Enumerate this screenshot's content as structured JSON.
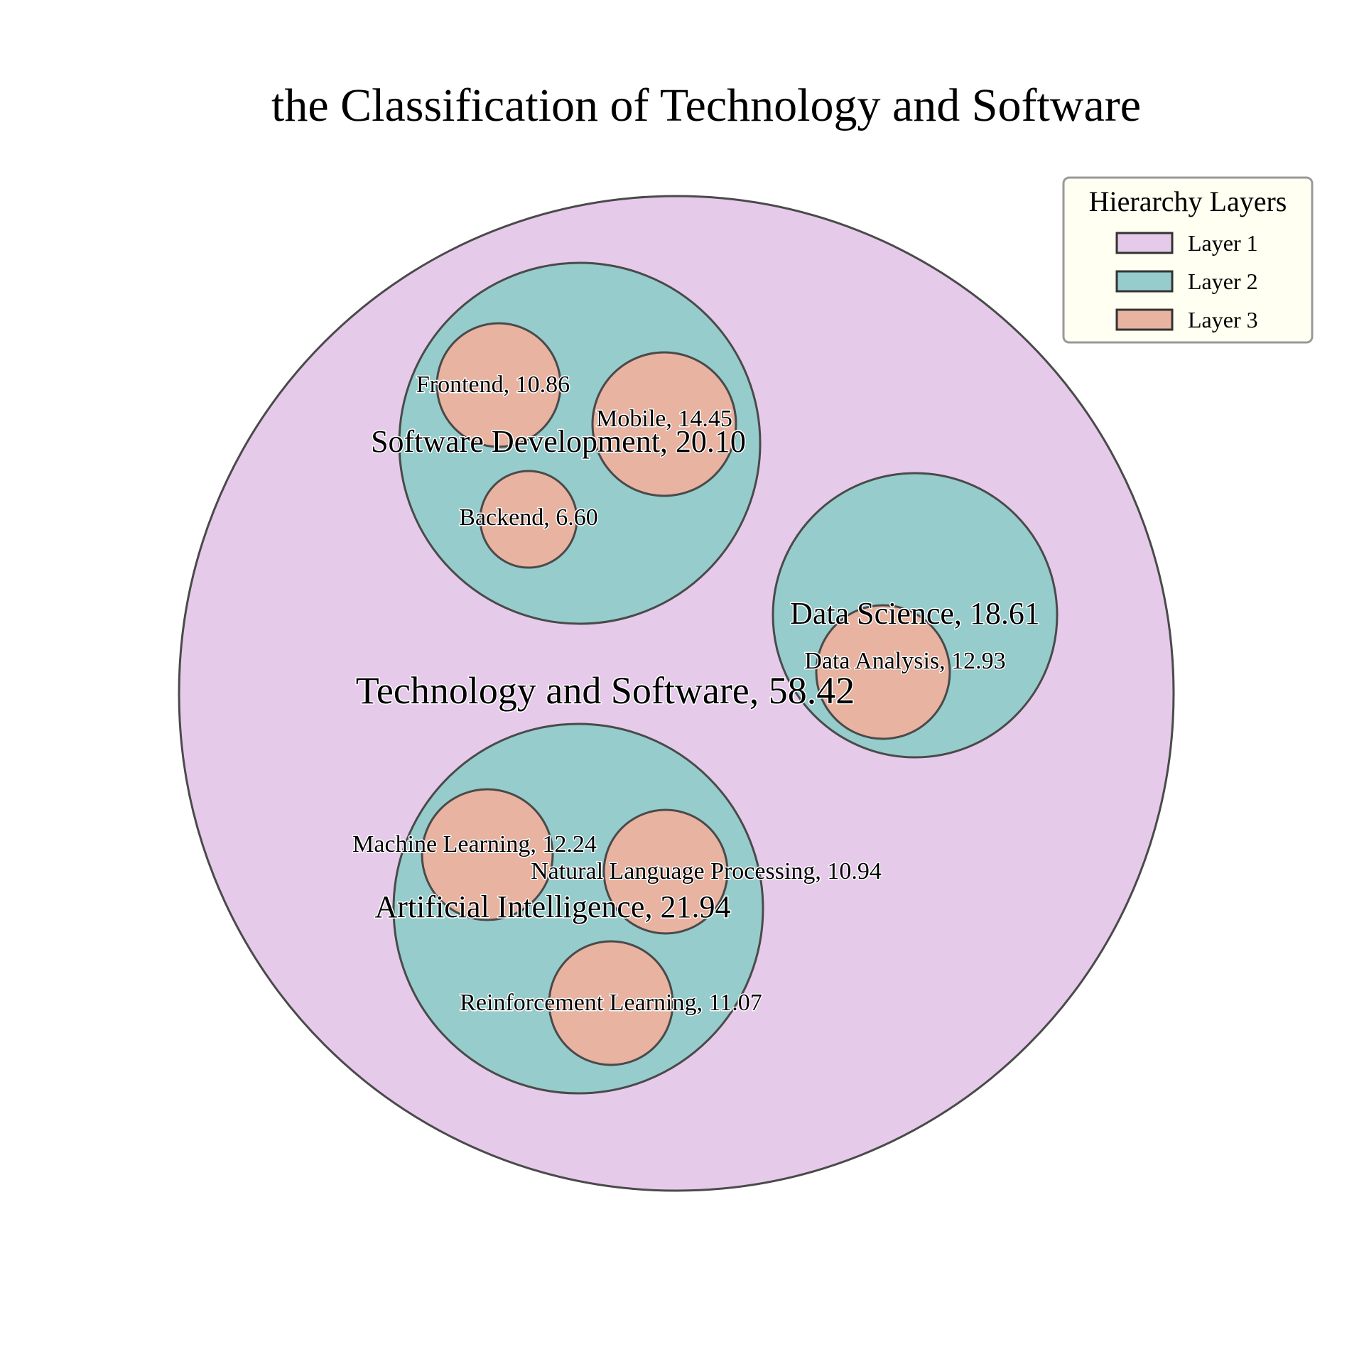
{
  "chart_data": {
    "type": "circle_packing",
    "title": "the Classification of Technology and Software",
    "legend": {
      "title": "Hierarchy Layers",
      "placement": "top-right",
      "entries": [
        {
          "label": "Layer 1",
          "color": "#e6caea"
        },
        {
          "label": "Layer 2",
          "color": "#96cccc"
        },
        {
          "label": "Layer 3",
          "color": "#e8b3a0"
        }
      ]
    },
    "nodes": [
      {
        "id": "tech",
        "name": "Technology and Software",
        "value": 58.42,
        "layer": 1,
        "parent": null,
        "label": "Technology and Software, 58.42"
      },
      {
        "id": "softdev",
        "name": "Software Development",
        "value": 20.1,
        "layer": 2,
        "parent": "tech",
        "label": "Software Development, 20.10"
      },
      {
        "id": "datasci",
        "name": "Data Science",
        "value": 18.61,
        "layer": 2,
        "parent": "tech",
        "label": "Data Science, 18.61"
      },
      {
        "id": "ai",
        "name": "Artificial Intelligence",
        "value": 21.94,
        "layer": 2,
        "parent": "tech",
        "label": "Artificial Intelligence, 21.94"
      },
      {
        "id": "frontend",
        "name": "Frontend",
        "value": 10.86,
        "layer": 3,
        "parent": "softdev",
        "label": "Frontend, 10.86"
      },
      {
        "id": "mobile",
        "name": "Mobile",
        "value": 14.45,
        "layer": 3,
        "parent": "softdev",
        "label": "Mobile, 14.45"
      },
      {
        "id": "backend",
        "name": "Backend",
        "value": 6.6,
        "layer": 3,
        "parent": "softdev",
        "label": "Backend, 6.60"
      },
      {
        "id": "dataanalysis",
        "name": "Data Analysis",
        "value": 12.93,
        "layer": 3,
        "parent": "datasci",
        "label": "Data Analysis, 12.93"
      },
      {
        "id": "ml",
        "name": "Machine Learning",
        "value": 12.24,
        "layer": 3,
        "parent": "ai",
        "label": "Machine Learning, 12.24"
      },
      {
        "id": "nlp",
        "name": "Natural Language Processing",
        "value": 10.94,
        "layer": 3,
        "parent": "ai",
        "label": "Natural Language Processing, 10.94"
      },
      {
        "id": "rl",
        "name": "Reinforcement Learning",
        "value": 11.07,
        "layer": 3,
        "parent": "ai",
        "label": "Reinforcement Learning, 11.07"
      }
    ]
  }
}
